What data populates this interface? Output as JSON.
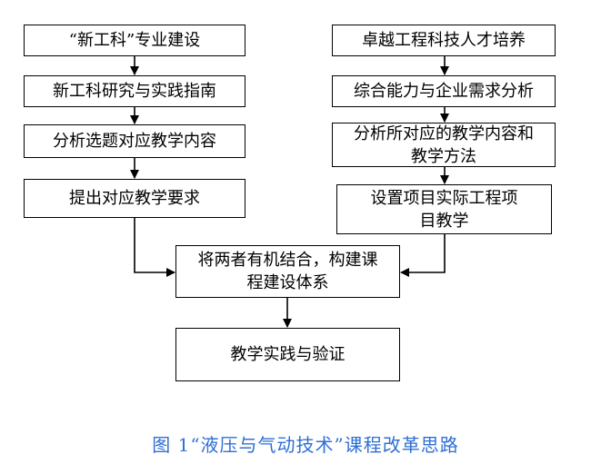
{
  "left_column": [
    "“新工科”专业建设",
    "新工科研究与实践指南",
    "分析选题对应教学内容",
    "提出对应教学要求"
  ],
  "right_column": [
    "卓越工程科技人才培养",
    "综合能力与企业需求分析",
    "分析所对应的教学内容和教学方法",
    "设置项目实际工程项目教学"
  ],
  "merge_box": "将两者有机结合，构建课程建设体系",
  "final_box": "教学实践与验证",
  "caption": "图 1“液压与气动技术”课程改革思路"
}
